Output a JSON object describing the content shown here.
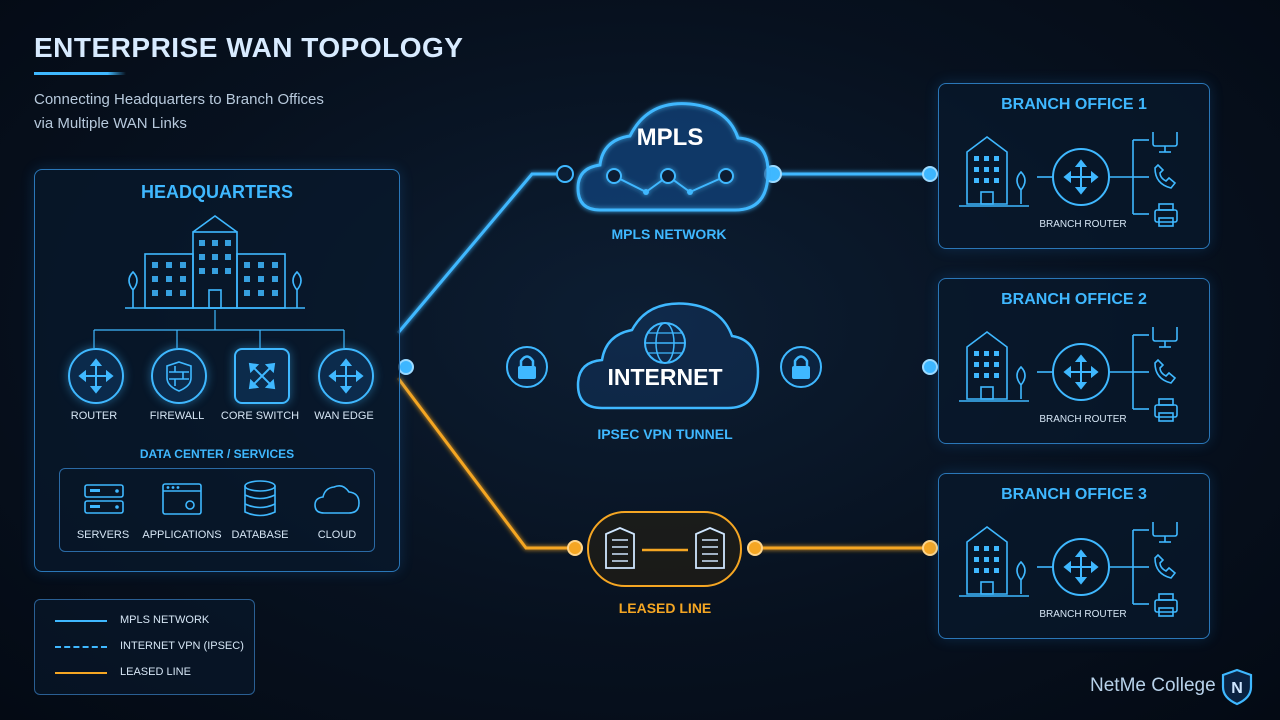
{
  "header": {
    "title": "ENTERPRISE WAN TOPOLOGY",
    "subtitle_line1": "Connecting Headquarters to Branch Offices",
    "subtitle_line2": "via Multiple WAN Links"
  },
  "headquarters": {
    "title": "HEADQUARTERS",
    "devices": [
      "ROUTER",
      "FIREWALL",
      "CORE SWITCH",
      "WAN EDGE"
    ],
    "data_center_title": "DATA CENTER / SERVICES",
    "services": [
      "SERVERS",
      "APPLICATIONS",
      "DATABASE",
      "CLOUD"
    ]
  },
  "links": {
    "mpls_cloud": "MPLS",
    "mpls_label": "MPLS NETWORK",
    "internet_cloud": "INTERNET",
    "internet_label": "IPSEC VPN TUNNEL",
    "leased_label": "LEASED LINE"
  },
  "branches": [
    {
      "title": "BRANCH OFFICE 1",
      "router_label": "BRANCH ROUTER"
    },
    {
      "title": "BRANCH OFFICE 2",
      "router_label": "BRANCH ROUTER"
    },
    {
      "title": "BRANCH OFFICE 3",
      "router_label": "BRANCH ROUTER"
    }
  ],
  "legend": [
    {
      "label": "MPLS NETWORK",
      "style": "solid",
      "color": "#3fb8ff"
    },
    {
      "label": "INTERNET VPN (IPSEC)",
      "style": "dashed",
      "color": "#3fb8ff"
    },
    {
      "label": "LEASED LINE",
      "style": "solid",
      "color": "#f5a623"
    }
  ],
  "brand": {
    "name": "NetMe College",
    "logo_letter": "N"
  },
  "colors": {
    "accent": "#3fb8ff",
    "leased": "#f5a623",
    "background": "#07111f"
  }
}
